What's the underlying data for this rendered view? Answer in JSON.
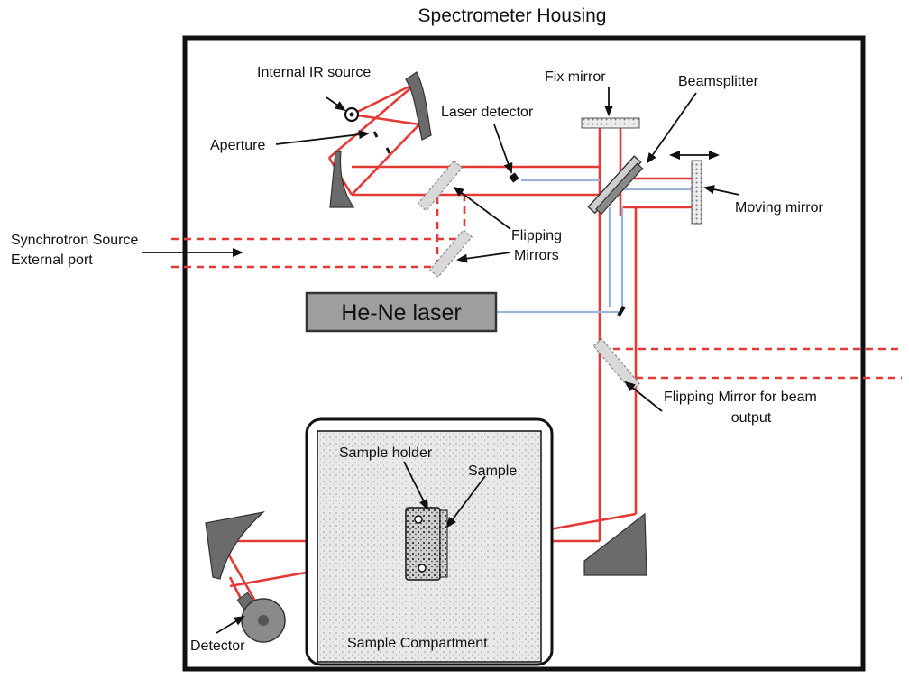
{
  "title": "Spectrometer Housing",
  "labels": {
    "internal_ir_source": "Internal IR source",
    "aperture": "Aperture",
    "laser_detector": "Laser detector",
    "fix_mirror": "Fix mirror",
    "beamsplitter": "Beamsplitter",
    "moving_mirror": "Moving mirror",
    "flipping_mirrors_line1": "Flipping",
    "flipping_mirrors_line2": "Mirrors",
    "synchrotron_line1": "Synchrotron Source",
    "synchrotron_line2": "External port",
    "he_ne_laser": "He-Ne laser",
    "flipping_output_line1": "Flipping Mirror for beam",
    "flipping_output_line2": "output",
    "sample_holder": "Sample holder",
    "sample": "Sample",
    "sample_compartment": "Sample Compartment",
    "detector": "Detector"
  },
  "colors": {
    "ir_beam": "#e53935",
    "laser_beam": "#9db3d6",
    "housing_border": "#111111",
    "dark_optic": "#6b6b6b",
    "laser_box": "#9e9e9e",
    "compartment_fill": "#e8e8e8"
  }
}
